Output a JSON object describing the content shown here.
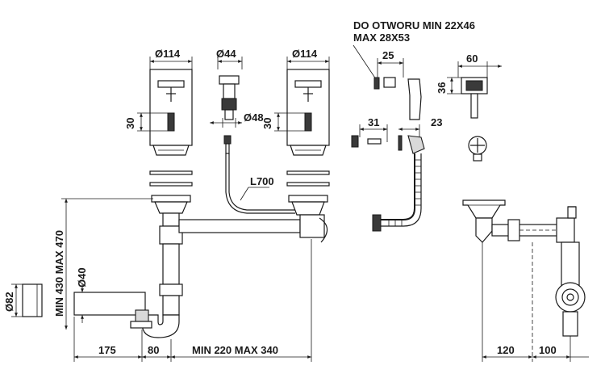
{
  "labels": {
    "bowl_left_diameter": "Ø114",
    "overflow_diameter": "Ø44",
    "bowl_right_diameter": "Ø114",
    "note_line1": "DO OTWORU MIN 22X46",
    "note_line2": "MAX 28X53",
    "overflow_width": "25",
    "box_width": "60",
    "box_height": "36",
    "thread_left": "30",
    "thread_right": "30",
    "diameter_48": "Ø48",
    "dim_31": "31",
    "dim_23": "23",
    "tube_length": "L700",
    "height_range": "MIN 430 MAX 470",
    "diameter_82": "Ø82",
    "diameter_40": "Ø40",
    "dim_175": "175",
    "dim_80": "80",
    "width_range": "MIN 220 MAX 340",
    "dim_120": "120",
    "dim_100": "100"
  }
}
